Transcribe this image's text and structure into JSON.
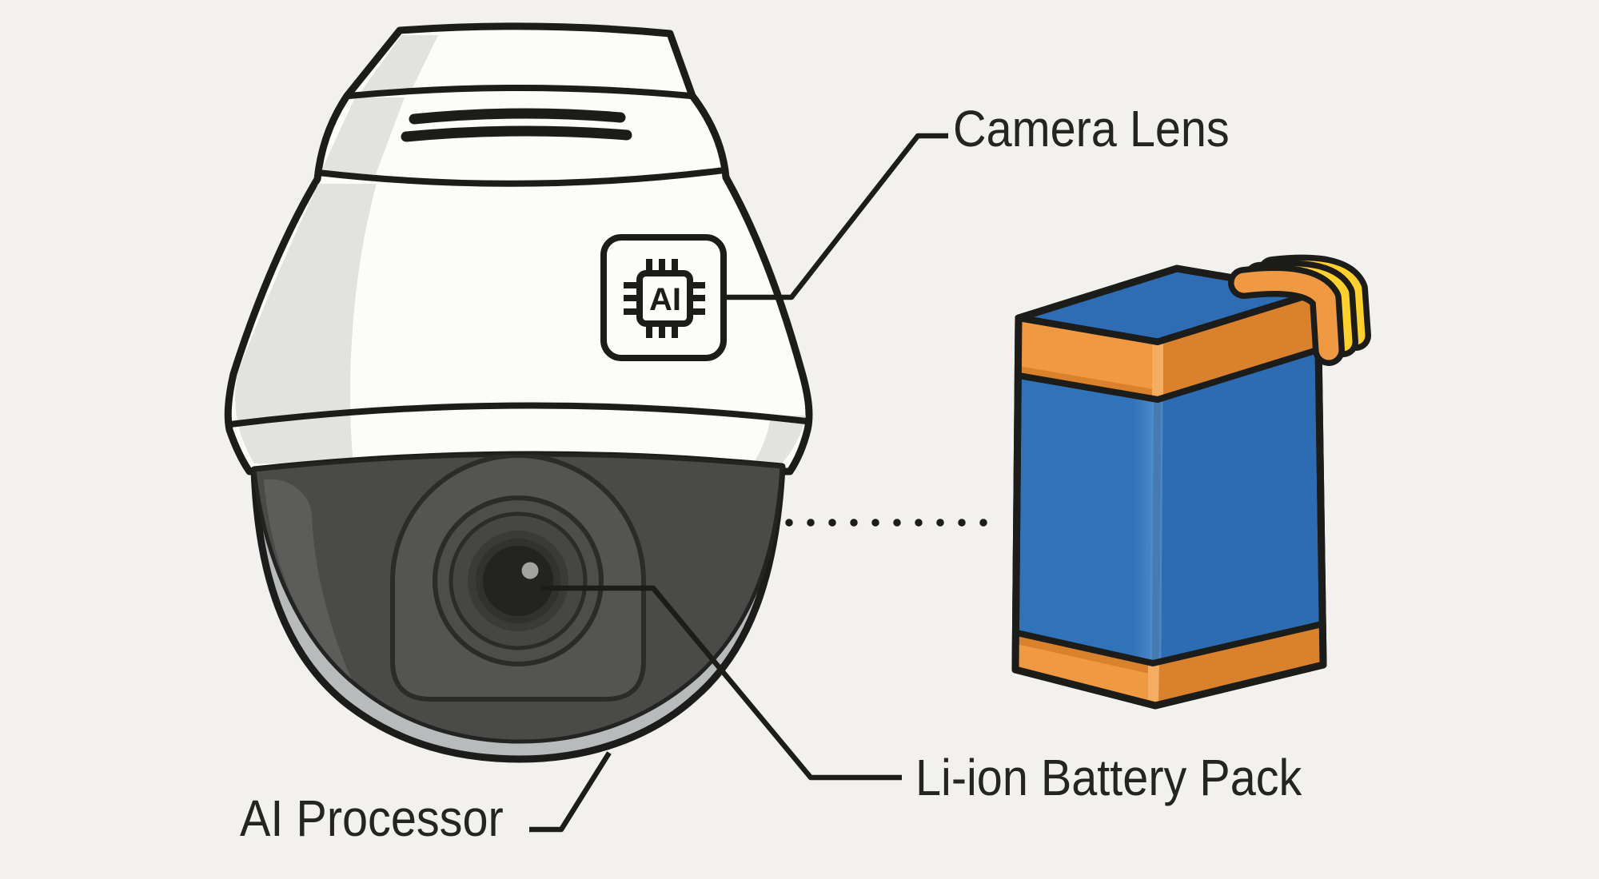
{
  "labels": {
    "camera_lens": "Camera Lens",
    "ai_processor": "AI Processor",
    "battery": "Li-ion Battery Pack"
  },
  "chip": {
    "icon": "ai-chip-icon",
    "text": "AI"
  },
  "icons": [
    "ai-chip-icon",
    "camera-lens-icon",
    "battery-icon"
  ],
  "colors": {
    "bg": "#f2f1ef",
    "ink": "#1c1c1a",
    "body": "#fcfcfb",
    "body_shade": "#e2e2e0",
    "glass": "#4a4a48",
    "glass_light": "#5c5c5a",
    "lens_arch": "#545452",
    "lens_ring2": "#4d4d4b",
    "lens_ring3": "#464644",
    "lens_disc1": "#3a3a38",
    "lens_disc2": "#313130",
    "pupil": "#232321",
    "highlight": "#a3a3a1",
    "rim": "#b7bbbc",
    "blue": "#3173b9",
    "blue_right": "#2d6cb2",
    "blue_top": "#2e6db4",
    "blue_light": "#4f8cca",
    "orange": "#ef9943",
    "orange_dark": "#d9812c",
    "orange_side": "#c9701f",
    "yellow": "#ffd02e",
    "text": "#242422"
  }
}
